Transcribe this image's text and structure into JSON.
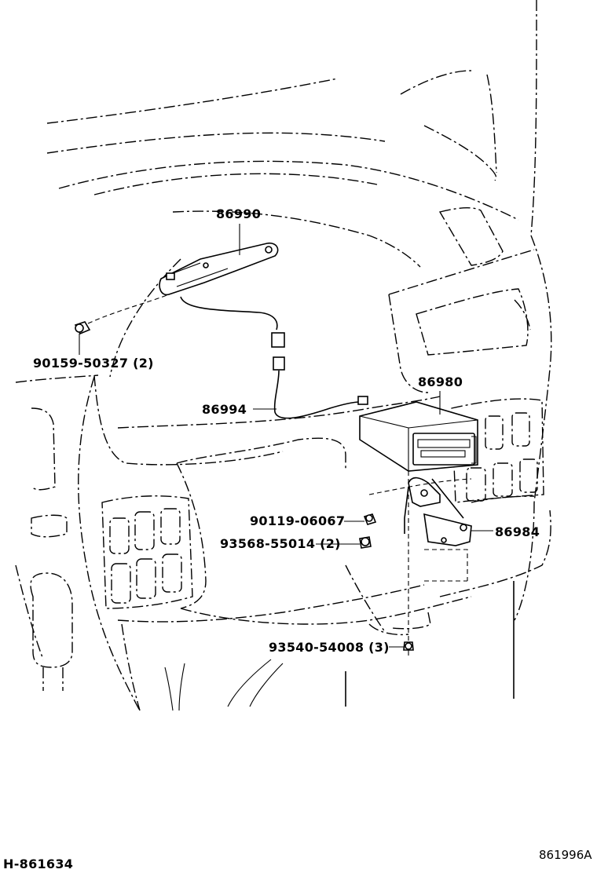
{
  "parts": {
    "speaker_bracket": "86990",
    "screw_2": "90159-50327 (2)",
    "wire": "86994",
    "receiver": "86980",
    "bolt": "90119-06067",
    "screw_nut": "93568-55014 (2)",
    "bracket": "86984",
    "screw_3": "93540-54008 (3)"
  },
  "footer": {
    "left_code": "H-861634",
    "right_code": "861996A"
  }
}
